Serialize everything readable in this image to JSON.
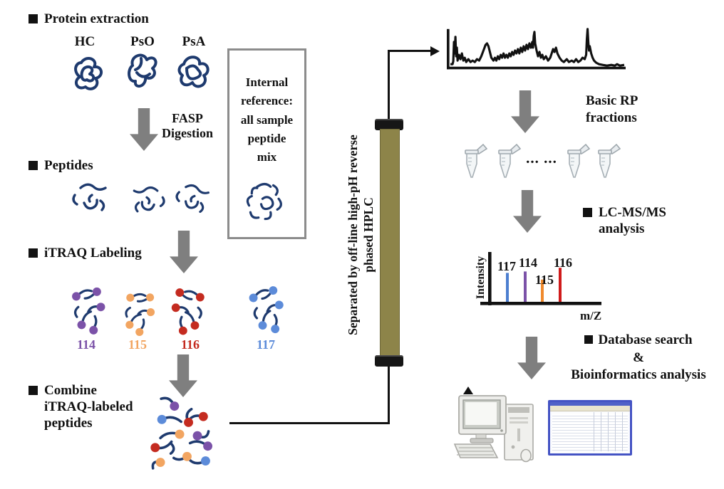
{
  "figure": {
    "arrow_color": "#7F7F7F",
    "protein_extraction": {
      "title": "Protein extraction",
      "samples": [
        "HC",
        "PsO",
        "PsA"
      ]
    },
    "fasp": {
      "label": "FASP\nDigestion"
    },
    "internal_reference": {
      "label": "Internal\nreference:\nall sample\npeptide\nmix"
    },
    "peptides": {
      "title": "Peptides"
    },
    "itraq": {
      "title": "iTRAQ Labeling",
      "channels": [
        {
          "id": "114",
          "color": "#7B52A8"
        },
        {
          "id": "115",
          "color": "#F2A561"
        },
        {
          "id": "116",
          "color": "#C42B20"
        },
        {
          "id": "117",
          "color": "#5C8BD9"
        }
      ]
    },
    "combine": {
      "title": "Combine\niTRAQ-labeled\npeptides"
    },
    "hplc": {
      "label": "Separated by off-line high-pH reverse\nphased HPLC",
      "column_color": "#8D8449"
    },
    "basic_rp": {
      "label": "Basic RP\nfractions"
    },
    "fraction_dots": "...  ...",
    "lcms": {
      "title": "LC-MS/MS\nanalysis"
    },
    "spectrum": {
      "ylabel": "Intensity",
      "xlabel": "m/Z",
      "peaks": [
        {
          "label": "117",
          "color": "#4C7FD0",
          "relative_intensity": 0.78
        },
        {
          "label": "114",
          "color": "#7B52A8",
          "relative_intensity": 0.82
        },
        {
          "label": "115",
          "color": "#F08A2E",
          "relative_intensity": 0.6
        },
        {
          "label": "116",
          "color": "#D01B1B",
          "relative_intensity": 0.92
        }
      ]
    },
    "database": {
      "line1": "Database search",
      "line2": "&",
      "line3": "Bioinformatics analysis"
    }
  },
  "chart_data": {
    "type": "bar",
    "title": "iTRAQ reporter ion spectrum",
    "xlabel": "m/Z",
    "ylabel": "Intensity",
    "categories": [
      "117",
      "114",
      "115",
      "116"
    ],
    "values": [
      0.78,
      0.82,
      0.6,
      0.92
    ]
  }
}
